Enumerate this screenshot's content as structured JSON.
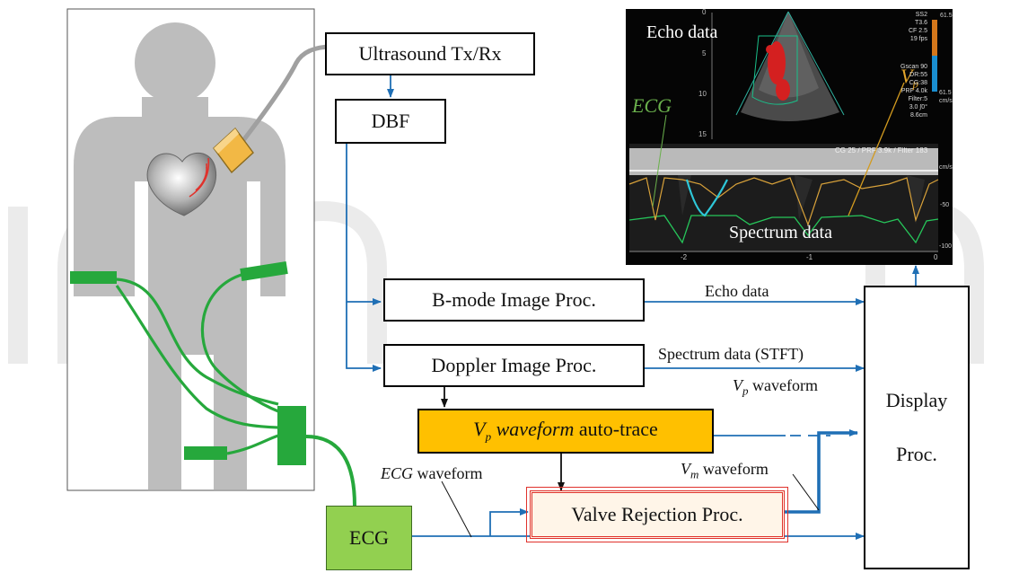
{
  "blocks": {
    "ultrasound": "Ultrasound Tx/Rx",
    "dbf": "DBF",
    "bmode": "B-mode Image Proc.",
    "doppler": "Doppler Image Proc.",
    "autotrace_sym": "V",
    "autotrace_sub": "p",
    "autotrace_italic": "waveform",
    "autotrace_rest": " auto-trace",
    "valve": "Valve Rejection Proc.",
    "ecg": "ECG",
    "display_line1": "Display",
    "display_line2": "Proc."
  },
  "signals": {
    "echo": "Echo data",
    "spectrum": "Spectrum data (STFT)",
    "vp_sym": "V",
    "vp_sub": "p",
    "vp_rest": " waveform",
    "vm_sym": "V",
    "vm_sub": "m",
    "vm_rest": " waveform",
    "ecg_italic": "ECG",
    "ecg_rest": " waveform"
  },
  "echo_image": {
    "echo_label": "Echo data",
    "spectrum_label": "Spectrum data",
    "ecg_label": "ECG",
    "vp_sym": "V",
    "vp_sub": "p",
    "right_panel_text": [
      "SS2",
      "T3.6",
      "CF 2.5",
      "19 fps",
      "Gscan 90",
      "DR:55",
      "CG:38",
      "PRF 4.0k",
      "Filter:5",
      "3.0  ∫0°",
      "8.6cm"
    ],
    "top_overlay": "CG 25 /  PRF 3.9k  / Filter 183",
    "colorbar_top": "61.5",
    "colorbar_bottom": "61.5",
    "colorbar_unit": "cm/s",
    "depth_ticks": [
      "0",
      "5",
      "10",
      "15"
    ],
    "velocity_unit": "cm/s",
    "velocity_ticks": [
      "-50",
      "-100"
    ],
    "time_ticks": [
      "-2",
      "-1",
      "0"
    ]
  },
  "colors": {
    "arrow": "#1f6fb5",
    "ecg_green": "#26a83c",
    "ecg_box": "#92d050",
    "autotrace_fill": "#ffc000",
    "valve_border": "#e0322c",
    "valve_fill": "#fff5e8",
    "body_gray": "#bdbdbd",
    "probe_orange": "#f2b845"
  }
}
